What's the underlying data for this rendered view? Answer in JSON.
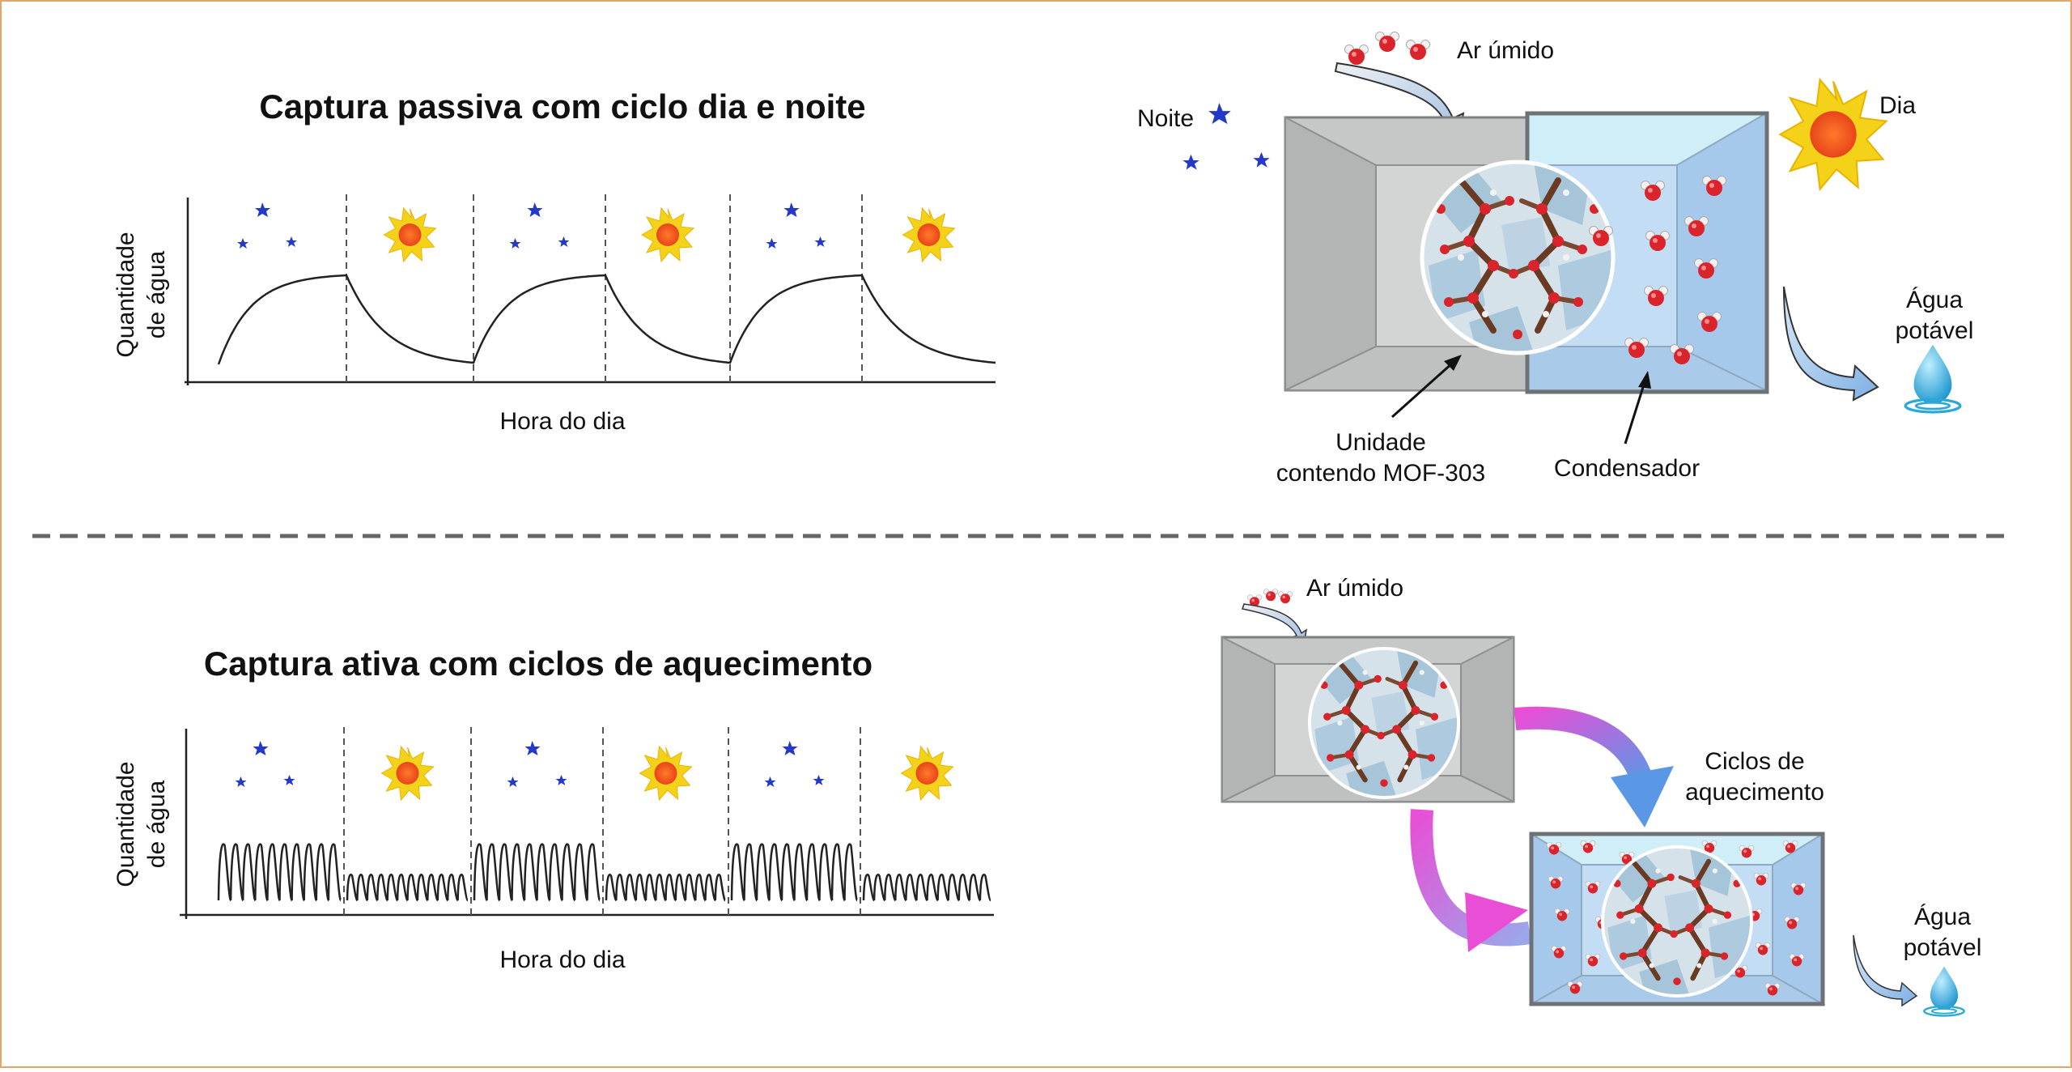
{
  "colors": {
    "frame": "#e3a56b",
    "moon": "#2438c9",
    "sun_core": "#f0561e",
    "sun_rays": "#f5d21a",
    "chamber_grey": "#c6c8c7",
    "condenser_blue": "#b8d8f2",
    "arrow_pink": "#e84fd6",
    "arrow_blue": "#5a98e6",
    "water_drop": "#2aa8d8"
  },
  "top": {
    "title": "Captura passiva com ciclo dia e noite",
    "y_label_line1": "Quantidade",
    "y_label_line2": "de água",
    "x_label": "Hora do dia",
    "device": {
      "humid_air": "Ar úmido",
      "night": "Noite",
      "day": "Dia",
      "unit_line1": "Unidade",
      "unit_line2": "contendo MOF-303",
      "condenser": "Condensador",
      "water_line1": "Água",
      "water_line2": "potável"
    }
  },
  "bottom": {
    "title": "Captura ativa com ciclos de aquecimento",
    "y_label_line1": "Quantidade",
    "y_label_line2": "de água",
    "x_label": "Hora do dia",
    "device": {
      "humid_air": "Ar úmido",
      "cycles_line1": "Ciclos de",
      "cycles_line2": "aquecimento",
      "water_line1": "Água",
      "water_line2": "potável"
    }
  },
  "icons": {
    "moon": "moon-stars-icon",
    "sun": "sun-icon",
    "water_molecule": "water-molecule-icon",
    "water_drop": "water-drop-icon",
    "mof": "mof-structure-icon"
  },
  "period_sequence": [
    "night",
    "day",
    "night",
    "day",
    "night",
    "day"
  ]
}
